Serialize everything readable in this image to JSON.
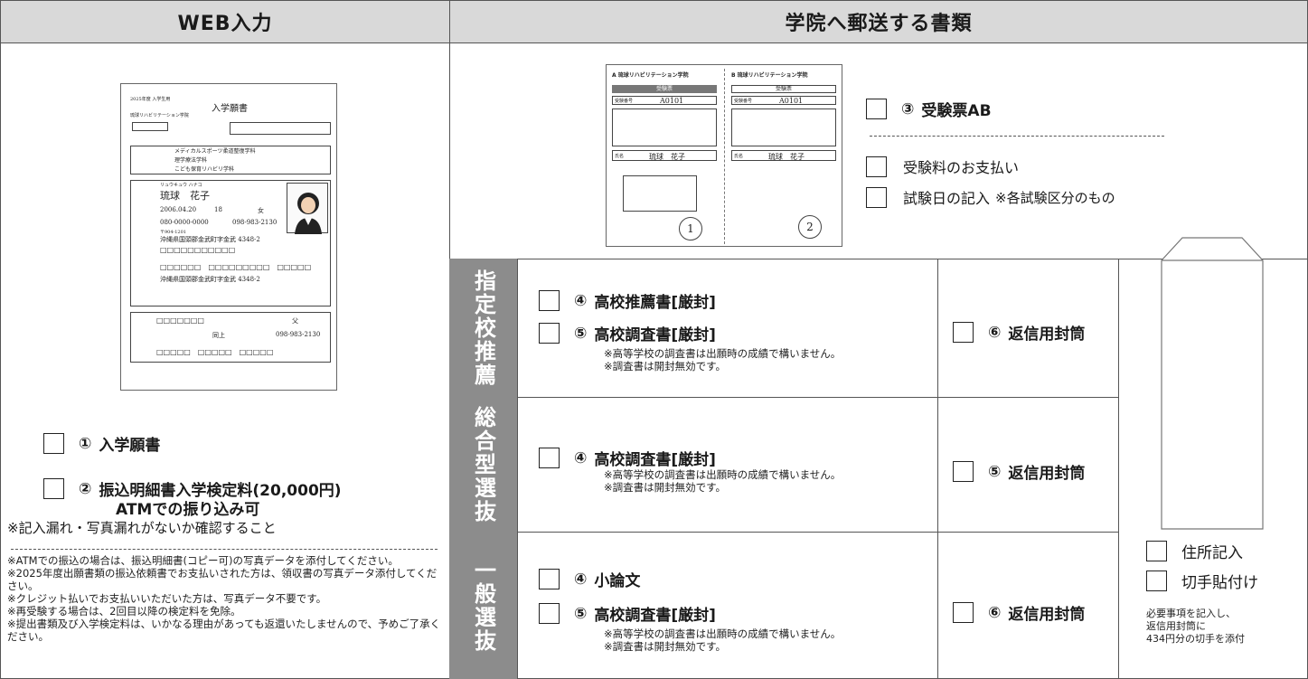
{
  "headers": {
    "web": "WEB入力",
    "mail": "学院へ郵送する書類"
  },
  "application_form": {
    "year_label": "2025年度  入学生用",
    "title": "入学願書",
    "school": "琉球リハビリテーション学院",
    "name_kana": "リュウキュウ ハナコ",
    "name": "琉球　花子",
    "birth": "2006.04.20",
    "age": "18",
    "sex": "女",
    "phone": "080-0000-0000",
    "tel": "098-983-2130",
    "postal": "〒904-1201",
    "address": "沖縄県国頭郡金武町字金武 4348-2",
    "dept1": "メディカルスポーツ柔道整復学科",
    "dept2": "理学療法学科",
    "dept3": "こども保育リハビリ学科",
    "guardian_rel": "父",
    "guardian_addr": "同上",
    "guardian_tel": "098-983-2130"
  },
  "web_items": [
    {
      "num": "①",
      "label": "入学願書"
    },
    {
      "num": "②",
      "label": "振込明細書入学検定料(20,000円)",
      "sub": "ATMでの振り込み可"
    }
  ],
  "web_warning": "※記入漏れ・写真漏れがないか確認すること",
  "web_notes": [
    "※ATMでの振込の場合は、振込明細書(コピー可)の写真データを添付してください。",
    "※2025年度出願書類の振込依頼書でお支払いされた方は、領収書の写真データ添付してください。",
    "※クレジット払いでお支払いいただいた方は、写真データ不要です。",
    "※再受験する場合は、2回目以降の検定料を免除。",
    "※提出書類及び入学検定料は、いかなる理由があっても返還いたしませんので、予めご了承ください。"
  ],
  "ticket": {
    "a_title": "A  琉球リハビリテーション学院",
    "b_title": "B  琉球リハビリテーション学院",
    "header": "受験票",
    "number_label": "受験番号",
    "number": "A0101",
    "name_label": "氏名",
    "name": "琉球　花子",
    "stamp_a": "1",
    "stamp_b": "2"
  },
  "ticket_items": {
    "main": {
      "num": "③",
      "label": "受験票AB"
    },
    "fee": "受験料のお支払い",
    "date": "試験日の記入",
    "date_note": "※各試験区分のもの"
  },
  "sections": [
    {
      "side": "指定校推薦",
      "items": [
        {
          "num": "④",
          "label": "高校推薦書[厳封]"
        },
        {
          "num": "⑤",
          "label": "高校調査書[厳封]",
          "notes": [
            "※高等学校の調査書は出願時の成績で構いません。",
            "※調査書は開封無効です。"
          ]
        }
      ],
      "env": {
        "num": "⑥",
        "label": "返信用封筒"
      }
    },
    {
      "side": "総合型選抜",
      "items": [
        {
          "num": "④",
          "label": "高校調査書[厳封]",
          "notes": [
            "※高等学校の調査書は出願時の成績で構いません。",
            "※調査書は開封無効です。"
          ]
        }
      ],
      "env": {
        "num": "⑤",
        "label": "返信用封筒"
      }
    },
    {
      "side": "一般選抜",
      "items": [
        {
          "num": "④",
          "label": "小論文"
        },
        {
          "num": "⑤",
          "label": "高校調査書[厳封]",
          "notes": [
            "※高等学校の調査書は出願時の成績で構いません。",
            "※調査書は開封無効です。"
          ]
        }
      ],
      "env": {
        "num": "⑥",
        "label": "返信用封筒"
      }
    }
  ],
  "envelope": {
    "check1": "住所記入",
    "check2": "切手貼付け",
    "note": [
      "必要事項を記入し、",
      "返信用封筒に",
      "434円分の切手を添付"
    ]
  }
}
